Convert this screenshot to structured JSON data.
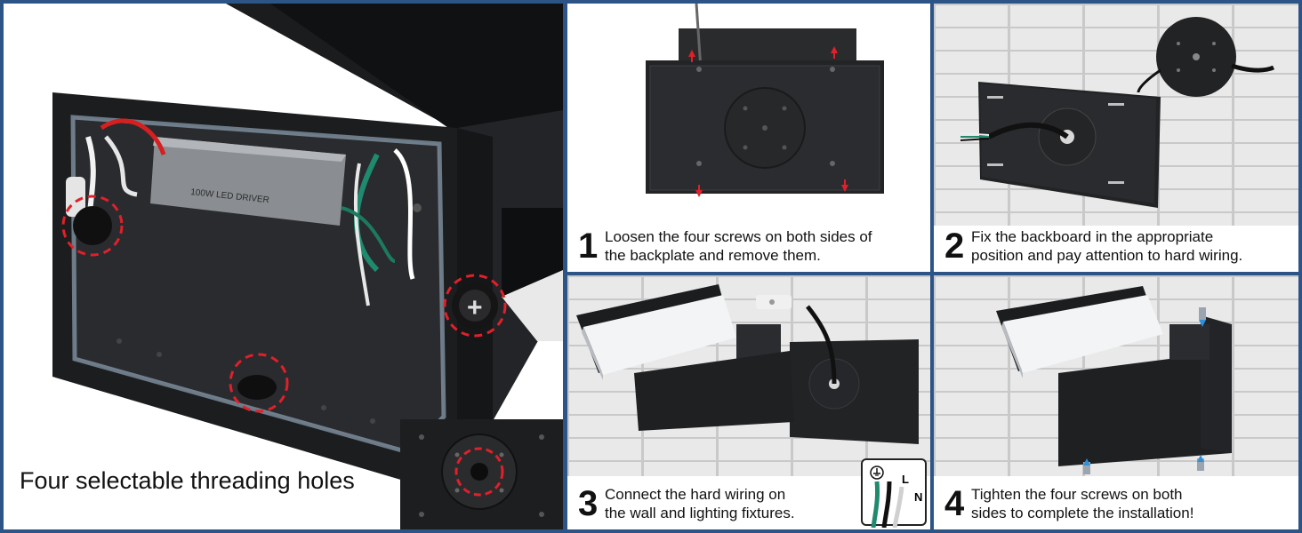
{
  "main": {
    "caption": "Four selectable threading holes",
    "driver_label": "100W LED DRIVER"
  },
  "steps": [
    {
      "number": "1",
      "line1": "Loosen the four screws on both sides of",
      "line2": "the backplate and remove them."
    },
    {
      "number": "2",
      "line1": "Fix the backboard in the appropriate",
      "line2": "position and pay attention to hard wiring."
    },
    {
      "number": "3",
      "line1": "Connect the hard wiring on",
      "line2": "the wall and lighting fixtures."
    },
    {
      "number": "4",
      "line1": "Tighten the four screws on both",
      "line2": "sides to complete the installation!"
    }
  ],
  "wiring_legend": {
    "live": "L",
    "neutral": "N"
  },
  "colors": {
    "frame": "#2d5487",
    "fixture": "#1e1f21",
    "highlight": "#e0202a",
    "ground_wire": "#1f8a6e"
  }
}
